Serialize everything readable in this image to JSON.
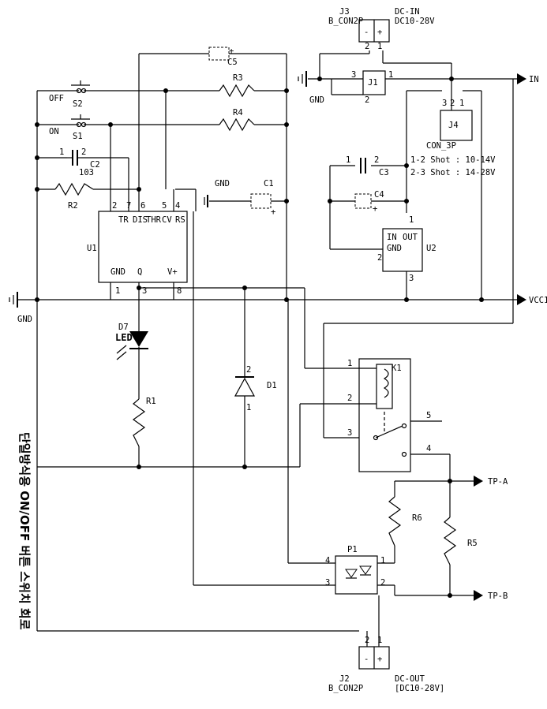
{
  "title": "단일방식용 ON/OFF 버튼 스위치 회로",
  "labels": {
    "J3_name": "J3",
    "J3_type": "B_CON2P",
    "J3_desc": "DC-IN",
    "J3_range": "DC10-28V",
    "J2_name": "J2",
    "J2_type": "B_CON2P",
    "J2_desc": "DC-OUT",
    "J2_range": "[DC10-28V]",
    "J1": "J1",
    "J4": "J4",
    "J4_type": "CON_3P",
    "J4_note1": "1-2 Shot : 10-14V",
    "J4_note2": "2-3 Shot : 14-28V",
    "IN": "IN",
    "VCC1": "VCC1",
    "GND": "GND",
    "TPA": "TP-A",
    "TPB": "TP-B",
    "U1": "U1",
    "U2": "U2",
    "K1": "K1",
    "P1": "P1",
    "D1": "D1",
    "D7": "D7",
    "LED": "LED",
    "R1": "R1",
    "R2": "R2",
    "R3": "R3",
    "R4": "R4",
    "R5": "R5",
    "R6": "R6",
    "C1": "C1",
    "C2": "C2",
    "C2v": "103",
    "C3": "C3",
    "C4": "C4",
    "C5": "C5",
    "S1": "S1",
    "S2": "S2",
    "ON": "ON",
    "OFF": "OFF",
    "U1_TR": "TR",
    "U1_DIS": "DIS",
    "U1_THR": "THR",
    "U1_CV": "CV",
    "U1_RS": "RS",
    "U1_GND": "GND",
    "U1_Q": "Q",
    "U1_V": "V+",
    "U2_IN": "IN",
    "U2_OUT": "OUT",
    "U2_GND": "GND",
    "plus": "+",
    "minus": "-",
    "p1": "1",
    "p2": "2",
    "p3": "3",
    "p4": "4",
    "p5": "5",
    "p6": "6",
    "p7": "7",
    "p8": "8"
  }
}
